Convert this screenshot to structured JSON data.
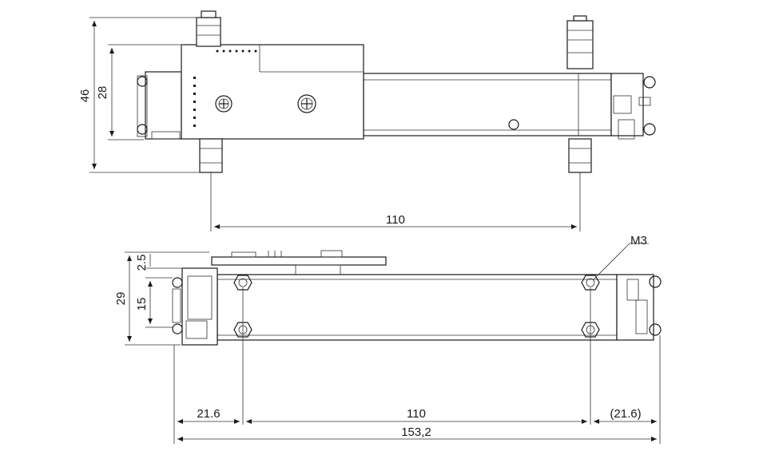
{
  "top_view": {
    "dim_height_outer": "46",
    "dim_height_inner": "28",
    "dim_mount_spacing": "110"
  },
  "front_view": {
    "dim_flange": "2.5",
    "dim_height": "29",
    "dim_hole_spacing_v": "15",
    "callout_thread": "M3",
    "dim_left_offset": "21.6",
    "dim_hole_spacing_h": "110",
    "dim_right_offset": "(21.6)",
    "dim_total_length": "153,2"
  }
}
